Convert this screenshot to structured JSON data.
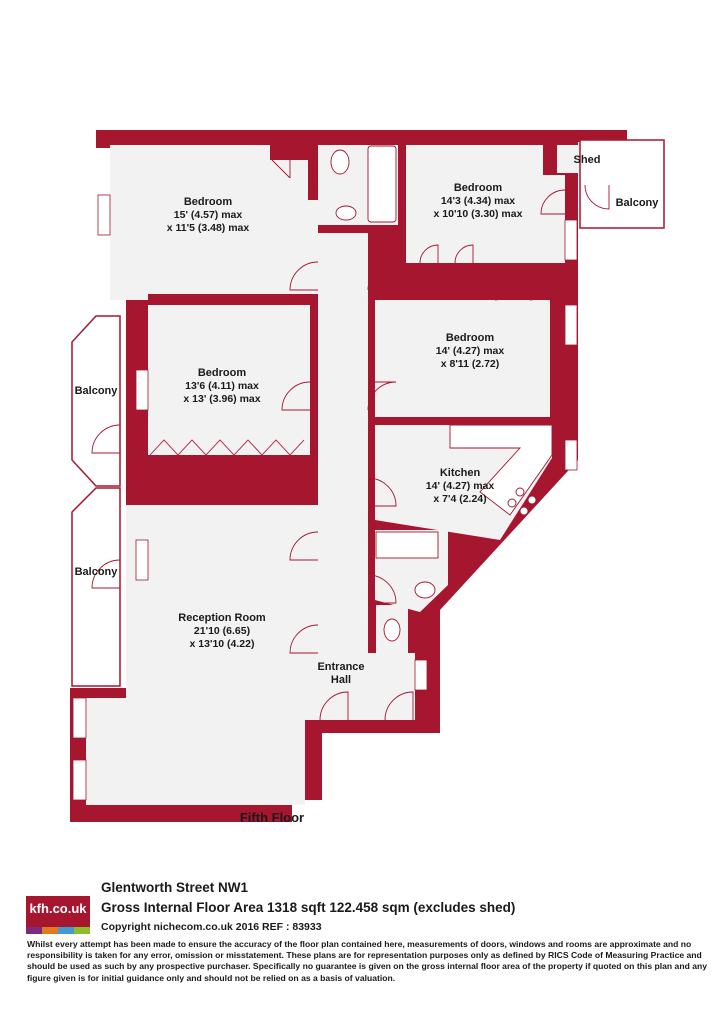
{
  "colors": {
    "wall": "#a6162f",
    "floor": "#f2f2f2",
    "fixture_line": "#a6162f"
  },
  "rooms": {
    "bedroom1": {
      "name": "Bedroom",
      "dim1": "15' (4.57) max",
      "dim2": "x 11'5 (3.48) max"
    },
    "bedroom2": {
      "name": "Bedroom",
      "dim1": "14'3 (4.34) max",
      "dim2": "x 10'10 (3.30) max"
    },
    "bedroom3": {
      "name": "Bedroom",
      "dim1": "13'6 (4.11) max",
      "dim2": "x 13' (3.96) max"
    },
    "bedroom4": {
      "name": "Bedroom",
      "dim1": "14' (4.27) max",
      "dim2": "x 8'11 (2.72)"
    },
    "kitchen": {
      "name": "Kitchen",
      "dim1": "14' (4.27) max",
      "dim2": "x 7'4 (2.24)"
    },
    "reception": {
      "name": "Reception Room",
      "dim1": "21'10 (6.65)",
      "dim2": "x 13'10 (4.22)"
    },
    "hall": {
      "line1": "Entrance",
      "line2": "Hall"
    },
    "shed": "Shed",
    "balcony_right": "Balcony",
    "balcony_left_top": "Balcony",
    "balcony_left_bottom": "Balcony"
  },
  "floor_label": "Fifth Floor",
  "footer": {
    "logo_text": "kfh.co.uk",
    "logo_strip_colors": [
      "#7b2a83",
      "#e07b1f",
      "#3f9bd1",
      "#8dbb2d"
    ],
    "address": "Glentworth Street NW1",
    "area": "Gross Internal Floor Area 1318 sqft 122.458 sqm (excludes shed)",
    "copyright": "Copyright nichecom.co.uk 2016 REF : 83933",
    "disclaimer": "Whilst every attempt has been made to ensure the accuracy of the floor plan contained here, measurements of doors, windows and rooms are approximate and no responsibility is taken for any error, omission or misstatement.  These plans are for representation purposes only as defined by RICS Code of Measuring Practice and should be used as such by any prospective purchaser.  Specifically no guarantee is given on the gross internal floor area of the property if quoted on this plan and any figure given is for initial guidance only and should not be relied on as a basis of valuation."
  }
}
